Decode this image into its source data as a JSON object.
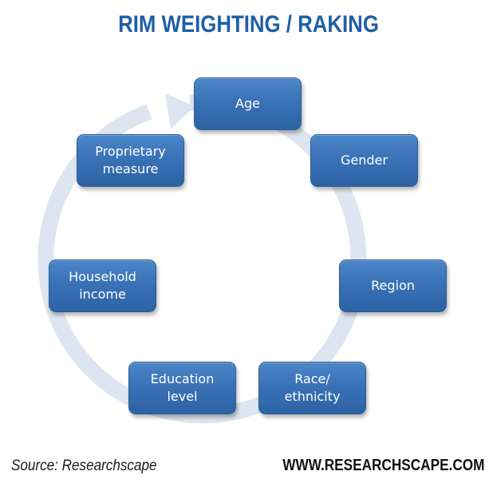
{
  "title": "RIM WEIGHTING / RAKING",
  "nodes": [
    {
      "label": "Age"
    },
    {
      "label": "Gender"
    },
    {
      "label": "Region"
    },
    {
      "label": "Race/\nethnicity"
    },
    {
      "label": "Education\nlevel"
    },
    {
      "label": "Household\nincome"
    },
    {
      "label": "Proprietary\nmeasure"
    }
  ],
  "footer": {
    "source": "Source: Researchscape",
    "website": "WWW.RESEARCHSCAPE.COM"
  },
  "colors": {
    "title": "#1f5fa6",
    "node_fill": "#3a72b6",
    "ring": "#dde5f0"
  }
}
